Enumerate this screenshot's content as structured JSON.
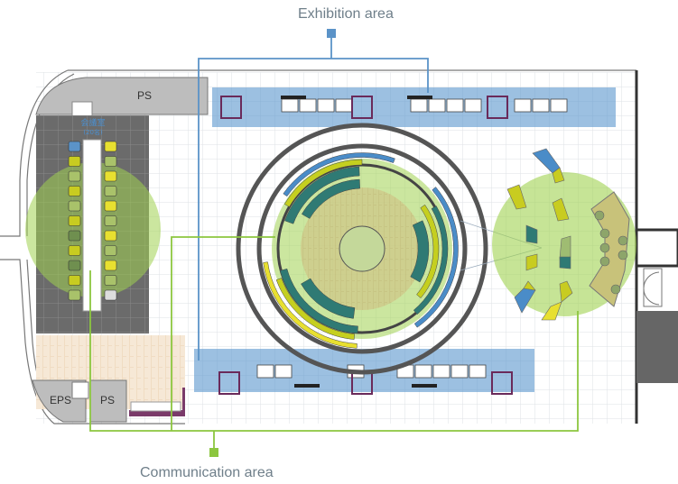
{
  "labels": {
    "exhibition_area": "Exhibition area",
    "communication_area": "Communication area"
  },
  "rooms": {
    "ps_top": "PS",
    "eps": "EPS",
    "ps_bottom": "PS",
    "meeting_room": "会議室",
    "meeting_room_capacity": "(20名)"
  },
  "colors": {
    "exhibition": "#5b93c8",
    "communication": "#8cc63f",
    "teal": "#2f7a74",
    "yellow_green": "#c5cf1f",
    "yellow": "#e8e030",
    "blue_furniture": "#4a8cc8"
  }
}
